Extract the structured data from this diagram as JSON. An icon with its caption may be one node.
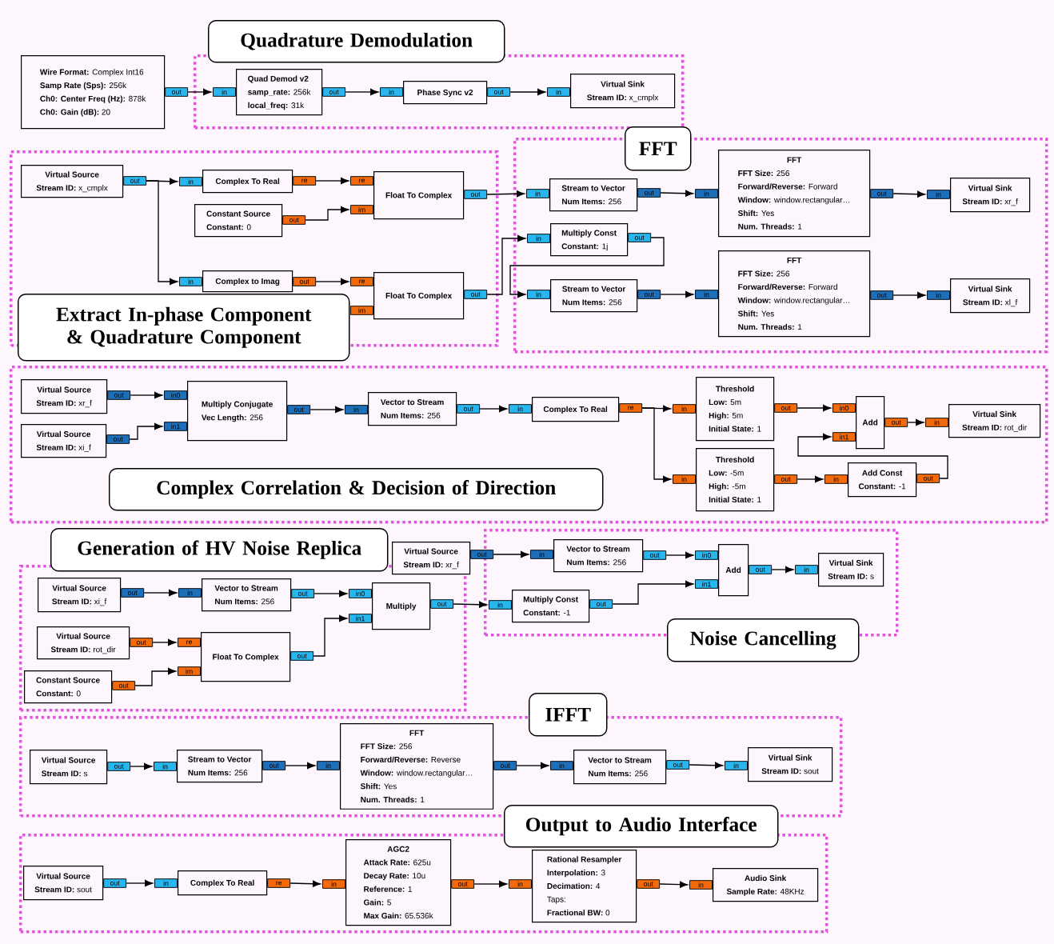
{
  "diagram": {
    "nodes": [
      {
        "text": [
          "**Wire Format:** Complex Int16",
          "**Samp Rate (Sps):** 256k",
          "**Ch0: Center Freq (Hz):** 878k",
          "**Ch0: Gain (dB):** 20"
        ],
        "beside": [
          "out"
        ]
      },
      {
        "text": [
          "Quadrature Demodulation"
        ]
      },
      {
        "text": [
          "Quad Demod v2",
          "**samp_rate:** 256k",
          "**local_freq:** 31k"
        ],
        "in": 1,
        "beside": [
          "in",
          "out"
        ]
      },
      {
        "text": [
          "Phase Sync v2"
        ],
        "in": 1,
        "beside": [
          "in",
          "out"
        ]
      },
      {
        "text": [
          "Virtual Sink",
          "**Stream ID:** x_cmplx"
        ],
        "in": 1,
        "beside": [
          "in"
        ]
      },
      {
        "text": [
          "Extract In-phase Component & Quadrature Component"
        ]
      },
      {
        "text": [
          "Virtual Source",
          "**Stream ID:** x_cmplx"
        ],
        "in": 5,
        "beside": [
          "out"
        ]
      },
      {
        "text": [
          "Complex To Real"
        ],
        "in": 5,
        "beside": [
          "in",
          "re"
        ]
      },
      {
        "text": [
          "Constant Source",
          "**Constant:** 0"
        ],
        "in": 5,
        "beside": [
          "out"
        ]
      },
      {
        "text": [
          "Float To Complex"
        ],
        "in": 5,
        "beside": [
          "re",
          "im",
          "out"
        ]
      },
      {
        "text": [
          "Complex to Imag"
        ],
        "in": 5,
        "beside": [
          "in",
          "out"
        ]
      },
      {
        "text": [
          "Float To Complex"
        ],
        "in": 5,
        "beside": [
          "re",
          "im",
          "out"
        ]
      },
      {
        "text": [
          "FFT"
        ]
      },
      {
        "text": [
          "Stream to Vector",
          "**Num Items:** 256"
        ],
        "in": 12,
        "beside": [
          "in",
          "out"
        ]
      },
      {
        "text": [
          "Multiply Const",
          "**Constant:** 1j"
        ],
        "in": 12,
        "beside": [
          "in",
          "out"
        ]
      },
      {
        "text": [
          "Stream to Vector",
          "**Num Items:** 256"
        ],
        "in": 12,
        "beside": [
          "in",
          "out"
        ]
      },
      {
        "text": [
          "FFT",
          "**FFT Size:** 256",
          "**Forward/Reverse:** Forward",
          "**Window:** window.rectangular…",
          "**Shift:** Yes",
          "**Num. Threads:** 1"
        ],
        "in": 12,
        "beside": [
          "in",
          "out"
        ]
      },
      {
        "text": [
          "FFT",
          "**FFT Size:** 256",
          "**Forward/Reverse:** Forward",
          "**Window:** window.rectangular…",
          "**Shift:** Yes",
          "**Num. Threads:** 1"
        ],
        "in": 12,
        "beside": [
          "in",
          "out"
        ]
      },
      {
        "text": [
          "Virtual Sink",
          "**Stream ID:** xr_f"
        ],
        "in": 12,
        "beside": [
          "in"
        ]
      },
      {
        "text": [
          "Virtual Sink",
          "**Stream ID:** xl_f"
        ],
        "in": 12,
        "beside": [
          "in"
        ]
      },
      {
        "text": [
          "Complex Correlation & Decision of Direction"
        ]
      },
      {
        "text": [
          "Virtual Source",
          "**Stream ID:** xr_f"
        ],
        "in": 20,
        "beside": [
          "out"
        ]
      },
      {
        "text": [
          "Virtual Source",
          "**Stream ID:** xi_f"
        ],
        "in": 20,
        "beside": [
          "out"
        ]
      },
      {
        "text": [
          "Multiply Conjugate",
          "**Vec Length:** 256"
        ],
        "in": 20,
        "beside": [
          "in0",
          "in1",
          "out"
        ]
      },
      {
        "text": [
          "Vector to Stream",
          "**Num Items:** 256"
        ],
        "in": 20,
        "beside": [
          "in",
          "out"
        ]
      },
      {
        "text": [
          "Complex To Real"
        ],
        "in": 20,
        "beside": [
          "in",
          "re"
        ]
      },
      {
        "text": [
          "Threshold",
          "**Low:** 5m",
          "**High:** 5m",
          "**Initial State:** 1"
        ],
        "in": 20,
        "beside": [
          "in",
          "out"
        ]
      },
      {
        "text": [
          "Threshold",
          "**Low:** -5m",
          "**High:** -5m",
          "**Initial State:** 1"
        ],
        "in": 20,
        "beside": [
          "in",
          "out"
        ]
      },
      {
        "text": [
          "Add"
        ],
        "in": 20,
        "beside": [
          "in0",
          "in1",
          "out"
        ]
      },
      {
        "text": [
          "Add Const",
          "**Constant:** -1"
        ],
        "in": 20,
        "beside": [
          "in",
          "out"
        ]
      },
      {
        "text": [
          "Virtual Sink",
          "**Stream ID:** rot_dir"
        ],
        "in": 20,
        "beside": [
          "in"
        ]
      },
      {
        "text": [
          "Generation of HV Noise Replica"
        ]
      },
      {
        "text": [
          "Virtual Source",
          "**Stream ID:** xi_f"
        ],
        "in": 31,
        "beside": [
          "out"
        ]
      },
      {
        "text": [
          "Vector to Stream",
          "**Num Items:** 256"
        ],
        "in": 31,
        "beside": [
          "in",
          "out"
        ]
      },
      {
        "text": [
          "Multiply"
        ],
        "in": 31,
        "beside": [
          "in0",
          "in1",
          "out"
        ]
      },
      {
        "text": [
          "Virtual Source",
          "**Stream ID:** rot_dir"
        ],
        "in": 31,
        "beside": [
          "out"
        ]
      },
      {
        "text": [
          "Float To Complex"
        ],
        "in": 31,
        "beside": [
          "re",
          "im",
          "out"
        ]
      },
      {
        "text": [
          "Constant Source",
          "**Constant:** 0"
        ],
        "in": 31,
        "beside": [
          "out"
        ]
      },
      {
        "text": [
          "Virtual Source",
          "**Stream ID:** xr_f"
        ],
        "beside": [
          "out"
        ]
      },
      {
        "text": [
          "Noise Cancelling"
        ]
      },
      {
        "text": [
          "Vector to Stream",
          "**Num Items:** 256"
        ],
        "in": 39,
        "beside": [
          "in",
          "out"
        ]
      },
      {
        "text": [
          "Multiply Const",
          "**Constant:** -1"
        ],
        "in": 39,
        "beside": [
          "in",
          "out"
        ]
      },
      {
        "text": [
          "Add"
        ],
        "in": 39,
        "beside": [
          "in0",
          "in1",
          "out"
        ]
      },
      {
        "text": [
          "Virtual Sink",
          "**Stream ID:** s"
        ],
        "in": 39,
        "beside": [
          "in"
        ]
      },
      {
        "text": [
          "IFFT"
        ]
      },
      {
        "text": [
          "Virtual Source",
          "**Stream ID:** s"
        ],
        "in": 44,
        "beside": [
          "out"
        ]
      },
      {
        "text": [
          "Stream to Vector",
          "**Num Items:** 256"
        ],
        "in": 44,
        "beside": [
          "in",
          "out"
        ]
      },
      {
        "text": [
          "FFT",
          "**FFT Size:** 256",
          "**Forward/Reverse:** Reverse",
          "**Window:** window.rectangular…",
          "**Shift:** Yes",
          "**Num. Threads:** 1"
        ],
        "in": 44,
        "beside": [
          "in",
          "out"
        ]
      },
      {
        "text": [
          "Vector to Stream",
          "**Num Items:** 256"
        ],
        "in": 44,
        "beside": [
          "in",
          "out"
        ]
      },
      {
        "text": [
          "Virtual Sink",
          "**Stream ID:** sout"
        ],
        "in": 44,
        "beside": [
          "in"
        ]
      },
      {
        "text": [
          "Output to Audio Interface"
        ]
      },
      {
        "text": [
          "Virtual Source",
          "**Stream ID:** sout"
        ],
        "in": 50,
        "beside": [
          "out"
        ]
      },
      {
        "text": [
          "Complex To Real"
        ],
        "in": 50,
        "beside": [
          "in",
          "re"
        ]
      },
      {
        "text": [
          "AGC2",
          "**Attack Rate:** 625u",
          "**Decay Rate:** 10u",
          "**Reference:** 1",
          "**Gain:** 5",
          "**Max Gain:** 65.536k"
        ],
        "in": 50,
        "beside": [
          "in",
          "out"
        ]
      },
      {
        "text": [
          "Rational Resampler",
          "**Interpolation:** 3",
          "**Decimation:** 4",
          "Taps:",
          "**Fractional BW:** 0"
        ],
        "in": 50,
        "beside": [
          "in",
          "out"
        ]
      },
      {
        "text": [
          "Audio Sink",
          "**Sample Rate:** 48KHz"
        ],
        "in": 50,
        "beside": [
          "in"
        ]
      }
    ],
    "edges": [
      {
        "from": 0,
        "to": 2,
        "arrow": "to"
      },
      {
        "from": 2,
        "to": 3,
        "arrow": "to"
      },
      {
        "from": 3,
        "to": 4,
        "arrow": "to"
      },
      {
        "from": 6,
        "to": 7,
        "arrow": "to"
      },
      {
        "from": 6,
        "to": 10,
        "arrow": "to"
      },
      {
        "from": 7,
        "to": 9,
        "arrow": "to"
      },
      {
        "from": 8,
        "to": 9,
        "arrow": "to"
      },
      {
        "from": 10,
        "to": 11,
        "arrow": "to"
      },
      {
        "from": 9,
        "to": 13,
        "arrow": "to"
      },
      {
        "from": 11,
        "to": 14,
        "arrow": "to"
      },
      {
        "from": 14,
        "to": 15,
        "arrow": "to"
      },
      {
        "from": 13,
        "to": 16,
        "arrow": "to"
      },
      {
        "from": 15,
        "to": 17,
        "arrow": "to"
      },
      {
        "from": 16,
        "to": 18,
        "arrow": "to"
      },
      {
        "from": 17,
        "to": 19,
        "arrow": "to"
      },
      {
        "from": 21,
        "to": 23,
        "arrow": "to"
      },
      {
        "from": 22,
        "to": 23,
        "arrow": "to"
      },
      {
        "from": 23,
        "to": 24,
        "arrow": "to"
      },
      {
        "from": 24,
        "to": 25,
        "arrow": "to"
      },
      {
        "from": 25,
        "to": 26,
        "arrow": "to"
      },
      {
        "from": 25,
        "to": 27,
        "arrow": "to"
      },
      {
        "from": 26,
        "to": 28,
        "arrow": "to"
      },
      {
        "from": 27,
        "to": 29,
        "arrow": "to"
      },
      {
        "from": 29,
        "to": 28,
        "arrow": "to"
      },
      {
        "from": 28,
        "to": 30,
        "arrow": "to"
      },
      {
        "from": 32,
        "to": 33,
        "arrow": "to"
      },
      {
        "from": 33,
        "to": 34,
        "arrow": "to"
      },
      {
        "from": 35,
        "to": 36,
        "arrow": "to"
      },
      {
        "from": 37,
        "to": 36,
        "arrow": "to"
      },
      {
        "from": 36,
        "to": 34,
        "arrow": "to"
      },
      {
        "from": 34,
        "to": 41,
        "arrow": "to"
      },
      {
        "from": 38,
        "to": 40,
        "arrow": "to"
      },
      {
        "from": 40,
        "to": 42,
        "arrow": "to"
      },
      {
        "from": 41,
        "to": 42,
        "arrow": "to"
      },
      {
        "from": 42,
        "to": 43,
        "arrow": "to"
      },
      {
        "from": 45,
        "to": 46,
        "arrow": "to"
      },
      {
        "from": 46,
        "to": 47,
        "arrow": "to"
      },
      {
        "from": 47,
        "to": 48,
        "arrow": "to"
      },
      {
        "from": 48,
        "to": 49,
        "arrow": "to"
      },
      {
        "from": 51,
        "to": 52,
        "arrow": "to"
      },
      {
        "from": 52,
        "to": 53,
        "arrow": "to"
      },
      {
        "from": 53,
        "to": 54,
        "arrow": "to"
      },
      {
        "from": 54,
        "to": 55,
        "arrow": "to"
      }
    ]
  }
}
